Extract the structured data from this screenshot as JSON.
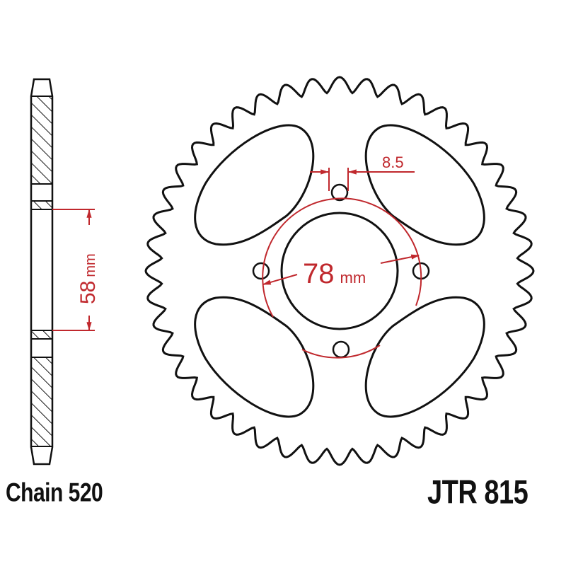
{
  "labels": {
    "chain": "Chain 520",
    "part_number": "JTR 815"
  },
  "dimensions": {
    "hub_width_value": "58",
    "hub_width_unit": "mm",
    "bolt_circle_value": "78",
    "bolt_circle_unit": "mm",
    "bolt_hole_value": "8.5"
  },
  "sprocket": {
    "teeth": 44,
    "bolt_holes": 4,
    "cutouts": 4
  },
  "colors": {
    "outline": "#111111",
    "dimension": "#c0282d",
    "background": "#ffffff"
  }
}
